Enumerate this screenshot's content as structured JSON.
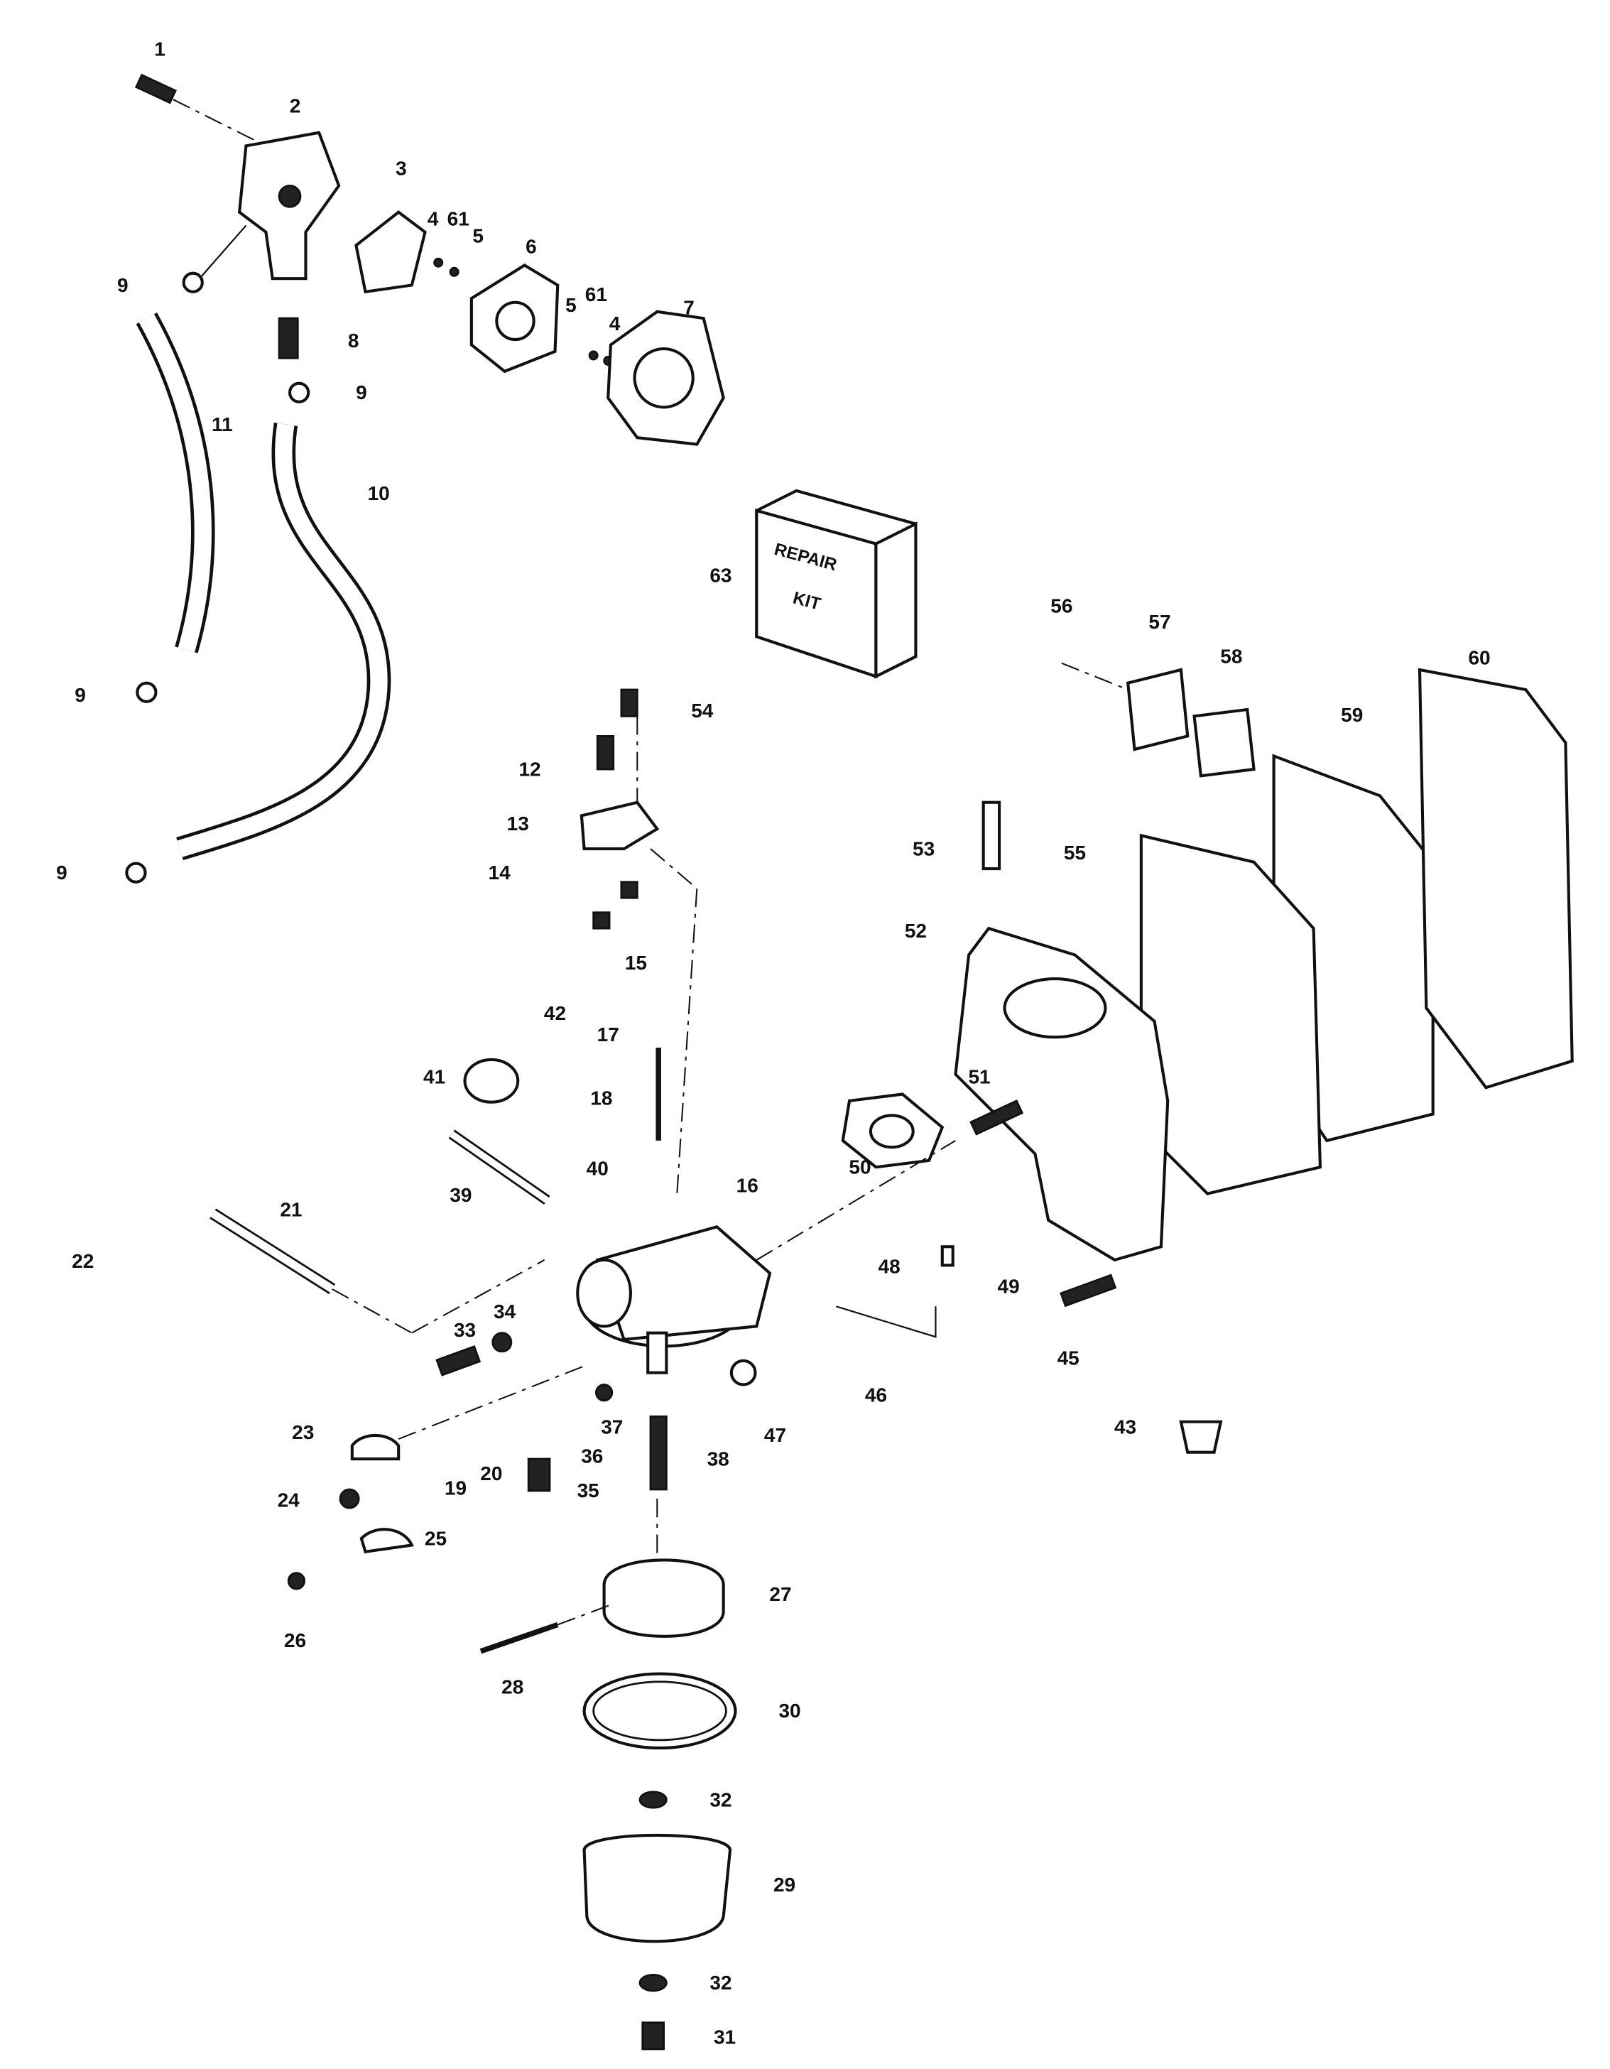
{
  "diagram": {
    "type": "exploded parts diagram",
    "callouts": [
      "1",
      "2",
      "3",
      "4",
      "61",
      "5",
      "6",
      "5",
      "61",
      "4",
      "7",
      "8",
      "9",
      "9",
      "11",
      "10",
      "9",
      "9",
      "63",
      "56",
      "57",
      "58",
      "60",
      "59",
      "54",
      "12",
      "13",
      "14",
      "15",
      "53",
      "55",
      "52",
      "42",
      "17",
      "41",
      "18",
      "51",
      "50",
      "16",
      "40",
      "39",
      "21",
      "22",
      "48",
      "49",
      "34",
      "33",
      "45",
      "46",
      "47",
      "43",
      "37",
      "23",
      "36",
      "38",
      "19",
      "20",
      "35",
      "24",
      "25",
      "27",
      "26",
      "28",
      "30",
      "32",
      "29",
      "32",
      "31"
    ],
    "repair_kit": {
      "line1": "REPAIR",
      "line2": "KIT"
    }
  }
}
